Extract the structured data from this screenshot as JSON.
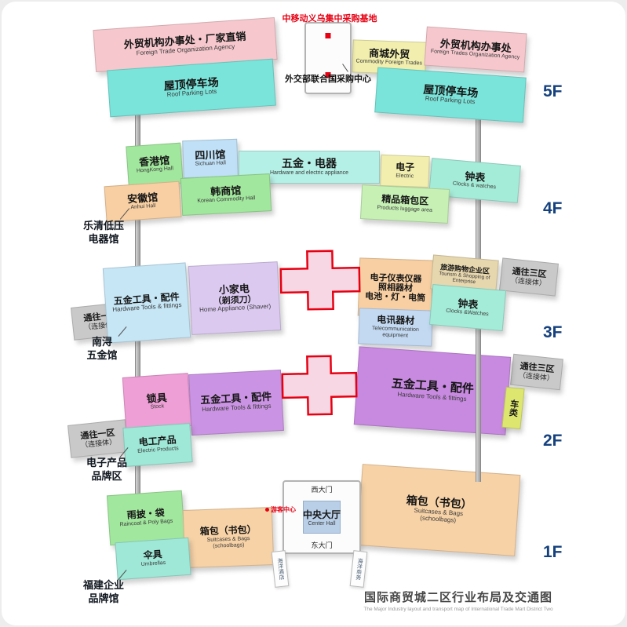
{
  "meta": {
    "caption_zh": "国际商贸城二区行业布局及交通图",
    "caption_en": "The Major Industry layout and transport map of International Trade Mart District Two"
  },
  "floor_labels": {
    "f5": "5F",
    "f4": "4F",
    "f3": "3F",
    "f2": "2F",
    "f1": "1F"
  },
  "notes": {
    "mobile_base": "中移动义乌集中采购基地",
    "un_center": "外交部联合国采购中心",
    "tourist_center": "游客中心",
    "west_gate": "西大门",
    "east_gate": "东大门",
    "hotel_left": "海洋酒店",
    "hotel_right": "海洋商务"
  },
  "side_labels": {
    "f4": {
      "line1": "乐清低压",
      "line2": "电器馆"
    },
    "f3": {
      "line1": "南浔",
      "line2": "五金馆"
    },
    "f2": {
      "line1": "电子产品",
      "line2": "品牌区"
    },
    "f1": {
      "line1": "福建企业",
      "line2": "品牌馆"
    }
  },
  "passages": {
    "to_district1_zh": "通往一区",
    "to_district3_zh": "通往三区",
    "connector_zh": "（连接体）"
  },
  "blocks": {
    "f5_office_left": {
      "zh": "外贸机构办事处・厂家直销",
      "en": "Foreign Trade Organization Agency"
    },
    "f5_commodity": {
      "zh": "商城外贸",
      "en": "Commodity Foreign Trades"
    },
    "f5_office_right": {
      "zh": "外贸机构办事处",
      "en": "Foreign Trades Organization Agency"
    },
    "f5_parking_left": {
      "zh": "屋顶停车场",
      "en": "Roof Parking Lots"
    },
    "f5_parking_right": {
      "zh": "屋顶停车场",
      "en": "Roof Parking Lots"
    },
    "f4_hongkong": {
      "zh": "香港馆",
      "en": "HongKong Hall"
    },
    "f4_sichuan": {
      "zh": "四川馆",
      "en": "Sichuan Hall"
    },
    "f4_hardware_electric": {
      "zh": "五金・电器",
      "en": "Hardware and electric appliance"
    },
    "f4_electric": {
      "zh": "电子",
      "en": "Electric"
    },
    "f4_clocks": {
      "zh": "钟表",
      "en": "Clocks & watches"
    },
    "f4_anhui": {
      "zh": "安徽馆",
      "en": "Anhui Hall"
    },
    "f4_korean": {
      "zh": "韩商馆",
      "en": "Korean Commodity Hall"
    },
    "f4_luggage": {
      "zh": "精品箱包区",
      "en": "Products luggage area"
    },
    "f3_hardware_tools": {
      "zh": "五金工具・配件",
      "en": "Hardware Tools & fittings"
    },
    "f3_home_appliance": {
      "zh1": "小家电",
      "zh2": "（剃须刀）",
      "en": "Home Appliance (Shaver)"
    },
    "f3_electronics": {
      "line1": "电子仪表仪器",
      "line2": "照相器材",
      "line3": "电池・灯・电筒"
    },
    "f3_tourism": {
      "zh": "旅游购物企业区",
      "en": "Tourism & Shopping of Enterprise"
    },
    "f3_telecom": {
      "zh": "电讯器材",
      "en": "Telecommunication equipment"
    },
    "f3_clocks": {
      "zh": "钟表",
      "en": "Clocks &Watches"
    },
    "f2_locks": {
      "zh": "锁具",
      "en": "Stock"
    },
    "f2_hardware_tools_left": {
      "zh": "五金工具・配件",
      "en": "Hardware Tools & fittings"
    },
    "f2_hardware_tools_right": {
      "zh": "五金工具・配件",
      "en": "Hardware Tools & fittings"
    },
    "f2_vehicles": {
      "zh": "车类"
    },
    "f2_electric_products": {
      "zh": "电工产品",
      "en": "Electric Products"
    },
    "f1_raincoat": {
      "zh": "雨披・袋",
      "en": "Raincoat & Poly Bags"
    },
    "f1_suitcases_left": {
      "zh": "箱包（书包）",
      "en1": "Suitcases & Bags",
      "en2": "(schoolbags)"
    },
    "f1_center_hall": {
      "zh": "中央大厅",
      "en": "Center Hall"
    },
    "f1_suitcases_right": {
      "zh": "箱包（书包）",
      "en1": "Suitcases & Bags",
      "en2": "(schoolbags)"
    },
    "f1_umbrellas": {
      "zh": "伞具",
      "en": "Umbrellas"
    }
  },
  "palette": {
    "pink_office": "#f6c8cd",
    "cyan_parking": "#7ae4da",
    "green_hall": "#a2e79e",
    "blue_hall": "#bfe0f6",
    "yellow_block": "#f2efae",
    "teal_block": "#a5ecd8",
    "peach_block": "#f7cfa2",
    "light_green": "#c6f0b4",
    "light_blue": "#c6e6f6",
    "lavender": "#dbc9f0",
    "tan_block": "#e7d7ae",
    "violet_pink": "#ee9fd6",
    "purple_block": "#c88ae0",
    "yellow_green": "#dde76f",
    "gray_passage": "#c9c9c9",
    "cross_red": "#e60012",
    "cross_fill": "#f8d7e4",
    "floor_label_blue": "#15417e"
  }
}
